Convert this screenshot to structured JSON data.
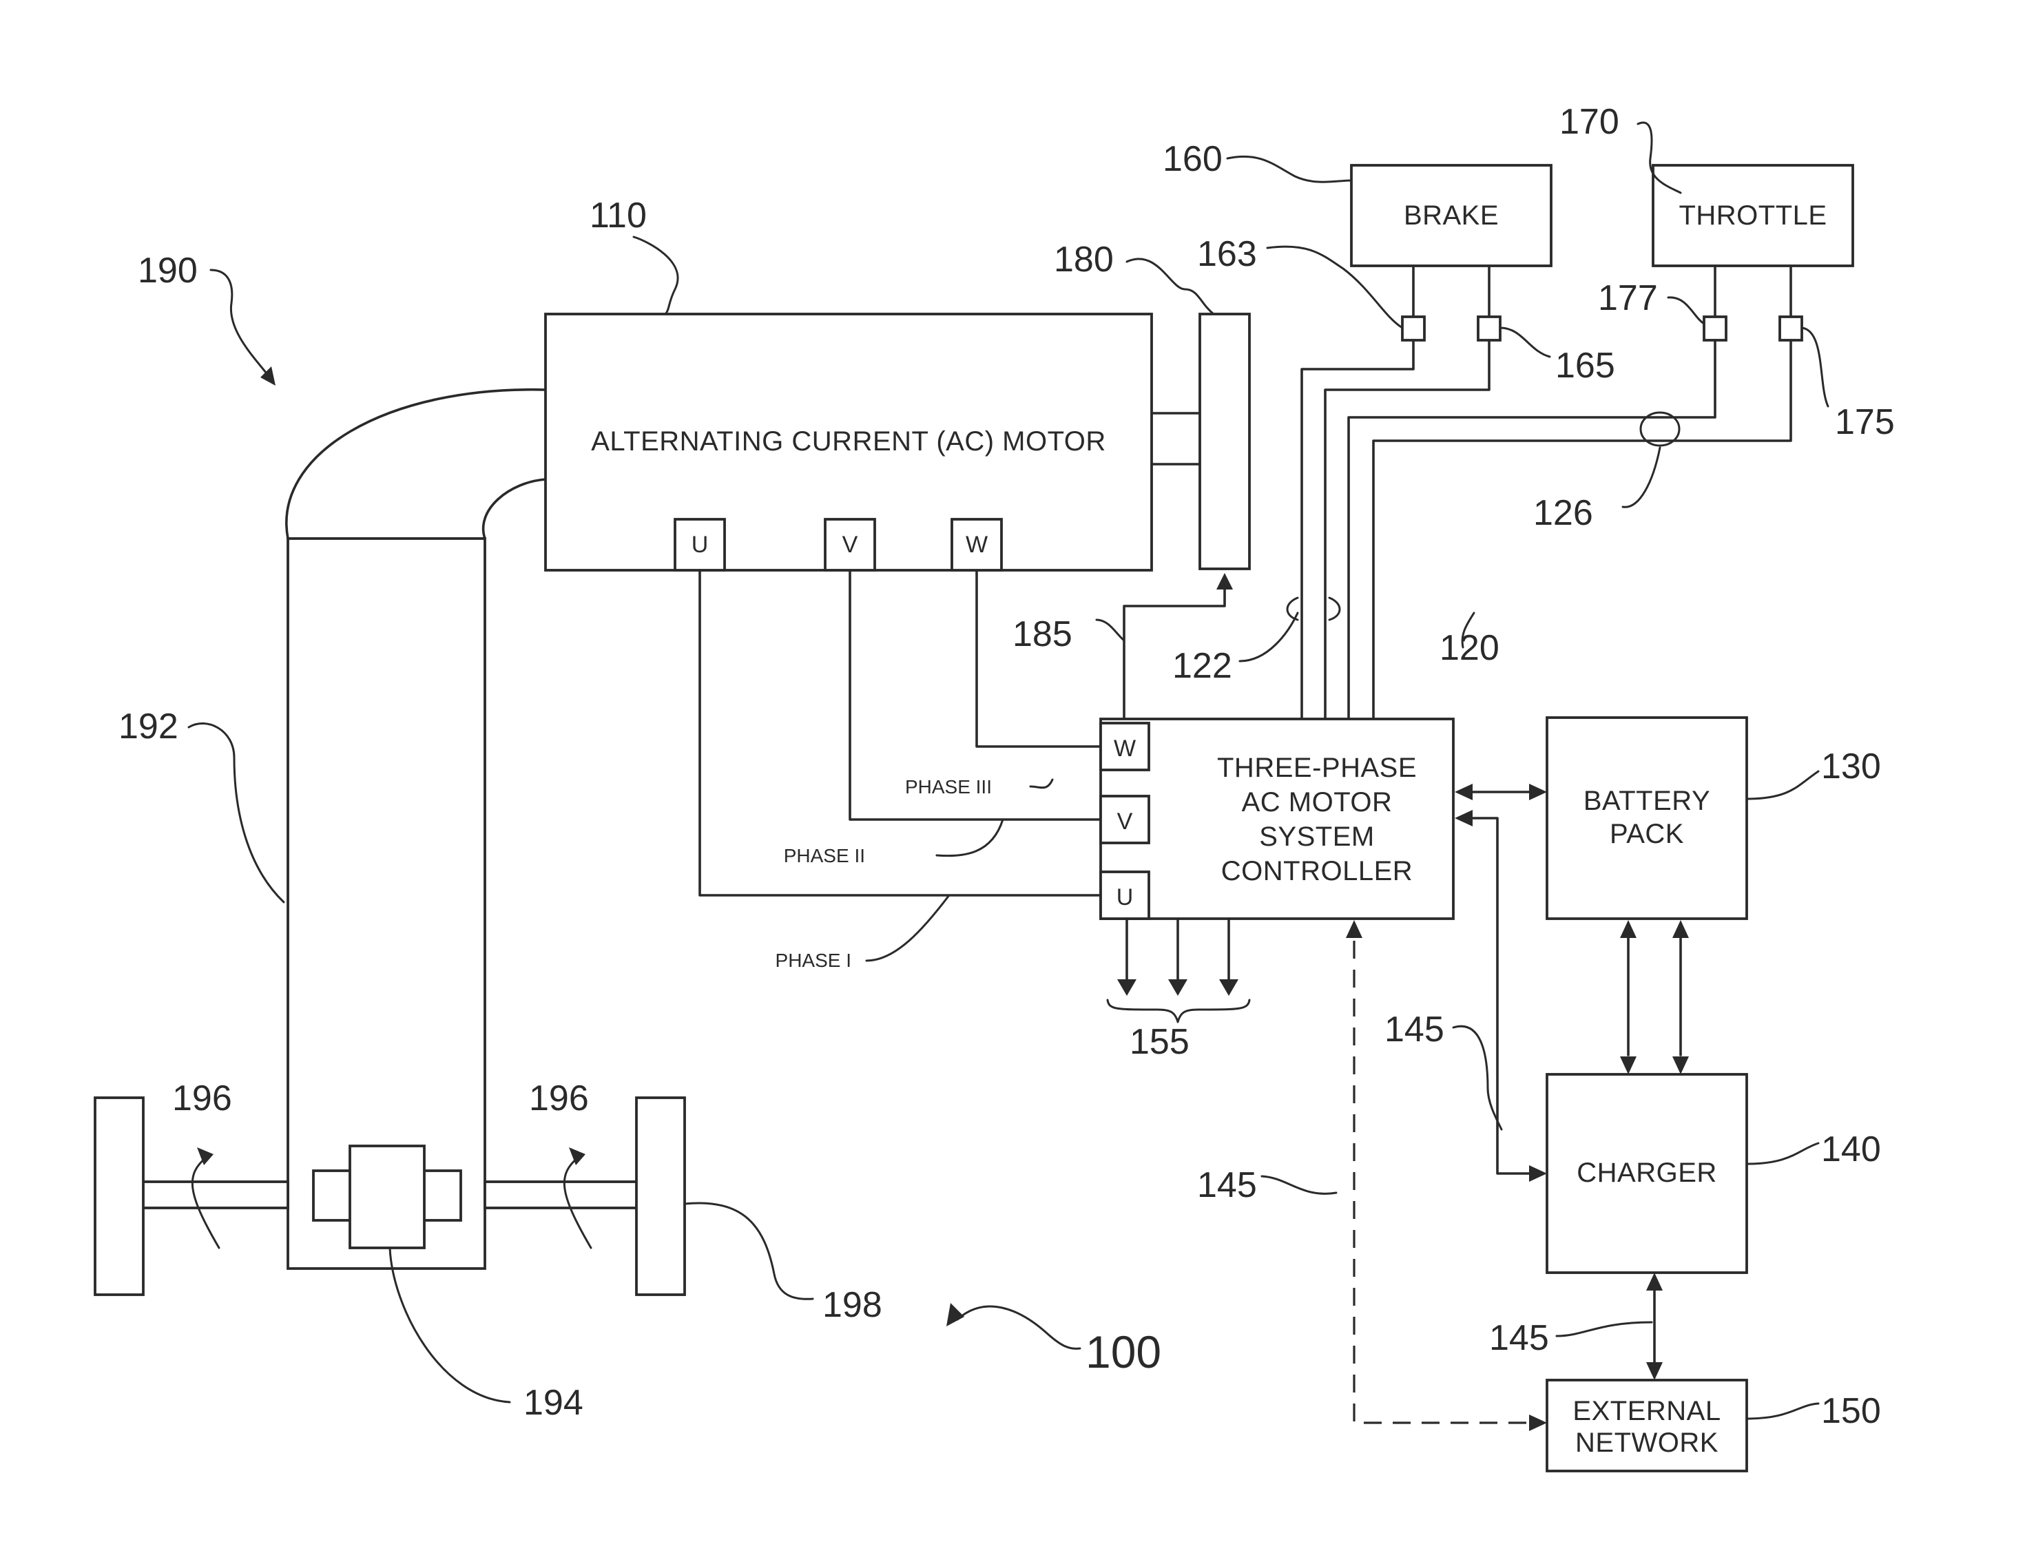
{
  "components": {
    "motor": {
      "label": "ALTERNATING CURRENT (AC) MOTOR",
      "ref": "110"
    },
    "controller": {
      "lines": [
        "THREE-PHASE",
        "AC MOTOR",
        "SYSTEM",
        "CONTROLLER"
      ],
      "ref": "120"
    },
    "battery": {
      "lines": [
        "BATTERY",
        "PACK"
      ],
      "ref": "130"
    },
    "charger": {
      "label": "CHARGER",
      "ref": "140"
    },
    "network": {
      "lines": [
        "EXTERNAL",
        "NETWORK"
      ],
      "ref": "150"
    },
    "brake": {
      "label": "BRAKE",
      "ref": "160"
    },
    "throttle": {
      "label": "THROTTLE",
      "ref": "170"
    },
    "encoder": {
      "ref": "180"
    }
  },
  "motor_ports": {
    "u": "U",
    "v": "V",
    "w": "W"
  },
  "controller_ports": {
    "w": "W",
    "v": "V",
    "u": "U"
  },
  "phases": {
    "i": "PHASE I",
    "ii": "PHASE II",
    "iii": "PHASE III"
  },
  "refs": {
    "system": "100",
    "vehicle": "190",
    "frame": "192",
    "differential": "194",
    "axle_left": "196",
    "axle_right": "196",
    "wheel": "198",
    "cable_brake": "122",
    "cable_throttle": "126",
    "outputs": "155",
    "brake_sensor_a": "163",
    "brake_sensor_b": "165",
    "throttle_sensor_a": "177",
    "throttle_sensor_b": "175",
    "encoder_line": "185",
    "link_controller_charger": "145",
    "link_wireless": "145",
    "link_charger_network": "145"
  }
}
